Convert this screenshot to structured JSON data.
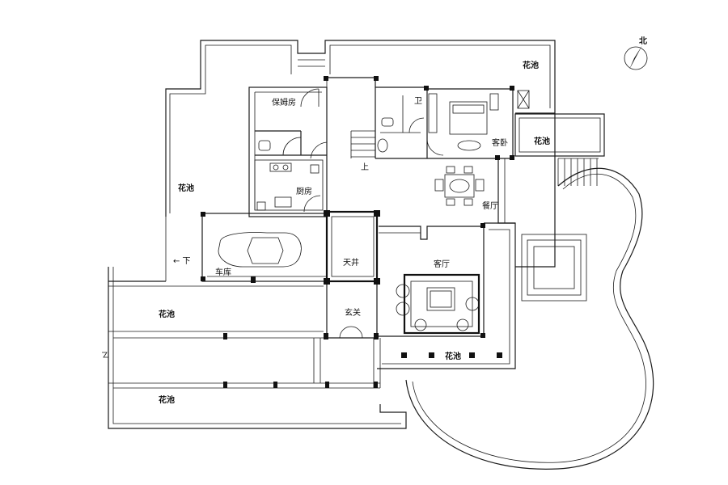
{
  "labels": {
    "north": "北",
    "nanny_room": "保姆房",
    "bathroom": "卫",
    "guest_bedroom": "客卧",
    "garden_east": "花池",
    "garden_north": "花池",
    "garden_west": "花池",
    "stairs_up": "上",
    "kitchen": "厨房",
    "dining": "餐厅",
    "garage": "车库",
    "down": "← 下",
    "courtyard": "天井",
    "living_room": "客厅",
    "garden_south_west": "花池",
    "entrance": "玄关",
    "garden_south": "花池",
    "garden_bottom": "花池"
  }
}
